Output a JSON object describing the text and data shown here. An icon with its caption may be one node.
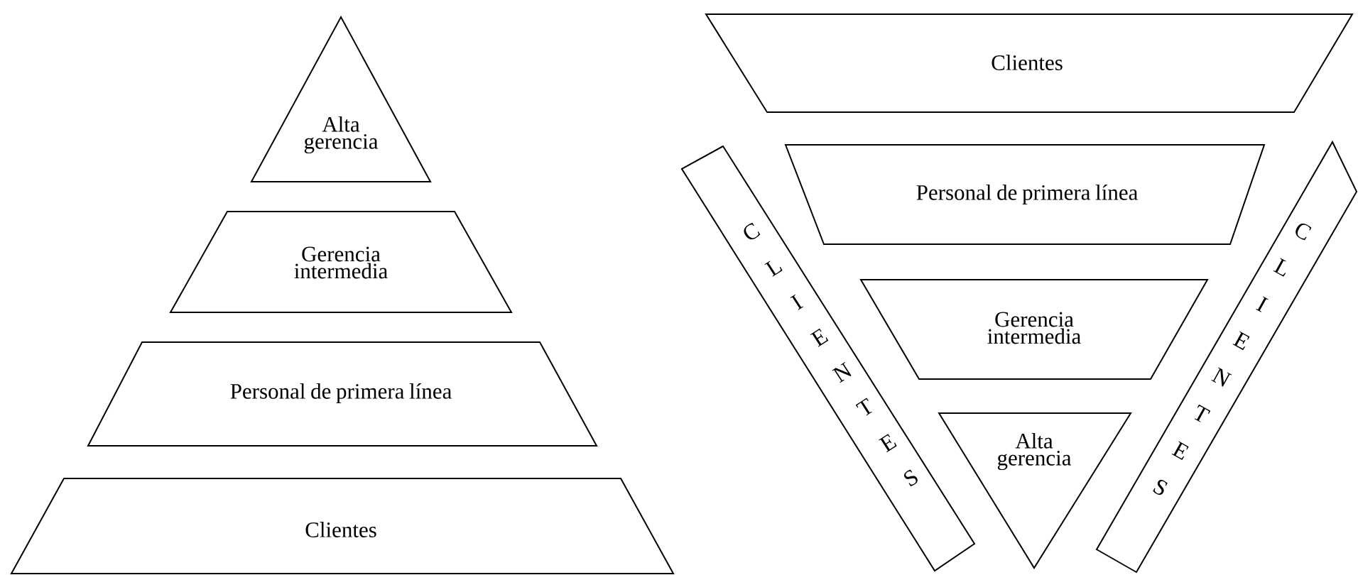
{
  "diagram": {
    "nodes": [
      {
        "text": [
          "Alta gerencia"
        ]
      },
      {
        "text": [
          "Gerencia intermedia"
        ]
      },
      {
        "text": [
          "Personal de primera línea"
        ]
      },
      {
        "text": [
          "Clientes"
        ]
      },
      {
        "text": [
          "Clientes"
        ]
      },
      {
        "text": [
          "Personal de primera línea"
        ]
      },
      {
        "text": [
          "Gerencia intermedia"
        ]
      },
      {
        "text": [
          "Alta gerencia"
        ]
      },
      {
        "text": [
          "CLIENTES"
        ]
      },
      {
        "text": [
          "CLIENTES"
        ]
      }
    ]
  }
}
